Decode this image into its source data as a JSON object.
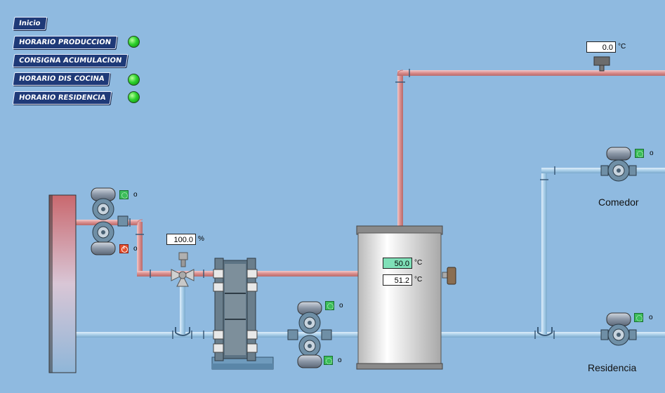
{
  "nav": {
    "inicio": "Inicio",
    "horario_produccion": "HORARIO PRODUCCION",
    "consigna_acumulacion": "CONSIGNA ACUMULACION",
    "horario_dis_cocina": "HORARIO DIS COCINA",
    "horario_residencia": "HORARIO RESIDENCIA"
  },
  "status": {
    "horario_produccion": "on",
    "horario_dis_cocina": "on",
    "horario_residencia": "on"
  },
  "sensors": {
    "line_temp": {
      "value": "0.0",
      "unit": "°C"
    },
    "valve_opening": {
      "value": "100.0",
      "unit": "%"
    },
    "tank_setpoint": {
      "value": "50.0",
      "unit": "°C"
    },
    "tank_temp": {
      "value": "51.2",
      "unit": "°C"
    }
  },
  "pumps": {
    "boiler_top": {
      "icon": "pump-run-icon",
      "state": "o"
    },
    "boiler_bottom": {
      "icon": "pump-off-icon",
      "state": "o"
    },
    "exchanger_top": {
      "icon": "pump-run-icon",
      "state": "o"
    },
    "exchanger_bottom": {
      "icon": "pump-run-icon",
      "state": "o"
    },
    "comedor": {
      "icon": "pump-run-icon",
      "state": "o"
    },
    "residencia": {
      "icon": "pump-run-icon",
      "state": "o"
    }
  },
  "areas": {
    "comedor": "Comedor",
    "residencia": "Residencia"
  },
  "colors": {
    "background": "#8fbae0",
    "hot_pipe": "#e3a6a6",
    "cold_pipe": "#a9cfe9",
    "led_on": "#2dd12d",
    "pump_run": "#3bbd5a",
    "pump_off": "#e3502e",
    "nav_button": "#1f3a78",
    "setpoint_fill": "#7fe0b8"
  }
}
